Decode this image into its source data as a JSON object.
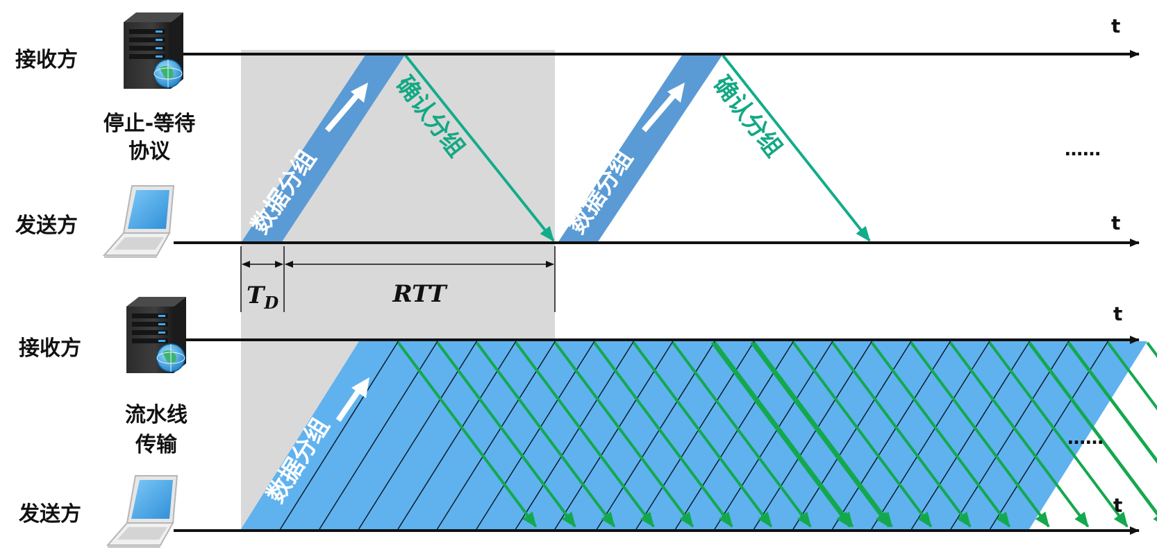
{
  "top": {
    "receiver_label": "接收方",
    "sender_label": "发送方",
    "protocol_line1": "停止-等待",
    "protocol_line2": "协议",
    "data_packet_label": "数据分组",
    "ack_label": "确认分组",
    "ellipsis": "……"
  },
  "bottom": {
    "receiver_label": "接收方",
    "sender_label": "发送方",
    "protocol_line1": "流水线",
    "protocol_line2": "传输",
    "data_packet_label": "数据分组",
    "ellipsis": "……"
  },
  "axis_symbol": "t",
  "td_label": "T",
  "td_subscript": "D",
  "rtt_label": "RTT",
  "colors": {
    "gray_window": "#d9d9d9",
    "top_band": "#5b9bd5",
    "bottom_band": "#5fb2ee",
    "top_ack": "#12ac8a",
    "bottom_ack": "#14a84e",
    "axis": "#111111"
  },
  "icons": {
    "receiver": "server-globe-icon",
    "sender": "laptop-icon"
  }
}
